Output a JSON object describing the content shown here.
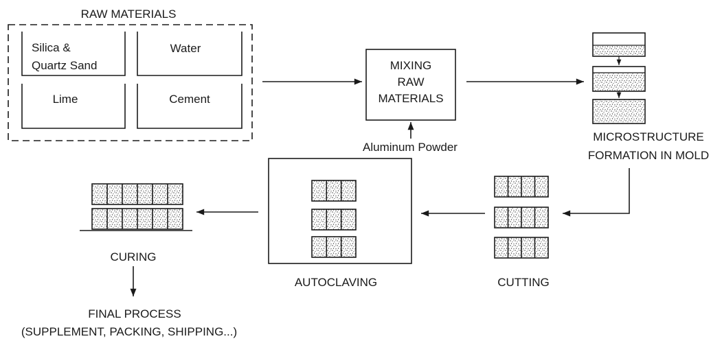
{
  "raw_materials": {
    "title": "RAW MATERIALS",
    "items": {
      "silica_line1": "Silica &",
      "silica_line2": "Quartz Sand",
      "water": "Water",
      "lime": "Lime",
      "cement": "Cement"
    }
  },
  "mixing": {
    "line1": "MIXING",
    "line2": "RAW",
    "line3": "MATERIALS",
    "additive": "Aluminum Powder"
  },
  "microstructure": {
    "line1": "MICROSTRUCTURE",
    "line2": "FORMATION IN MOLD"
  },
  "cutting": {
    "label": "CUTTING"
  },
  "autoclaving": {
    "label": "AUTOCLAVING"
  },
  "curing": {
    "label": "CURING"
  },
  "final_process": {
    "line1": "FINAL PROCESS",
    "line2": "(SUPPLEMENT, PACKING, SHIPPING...)"
  }
}
